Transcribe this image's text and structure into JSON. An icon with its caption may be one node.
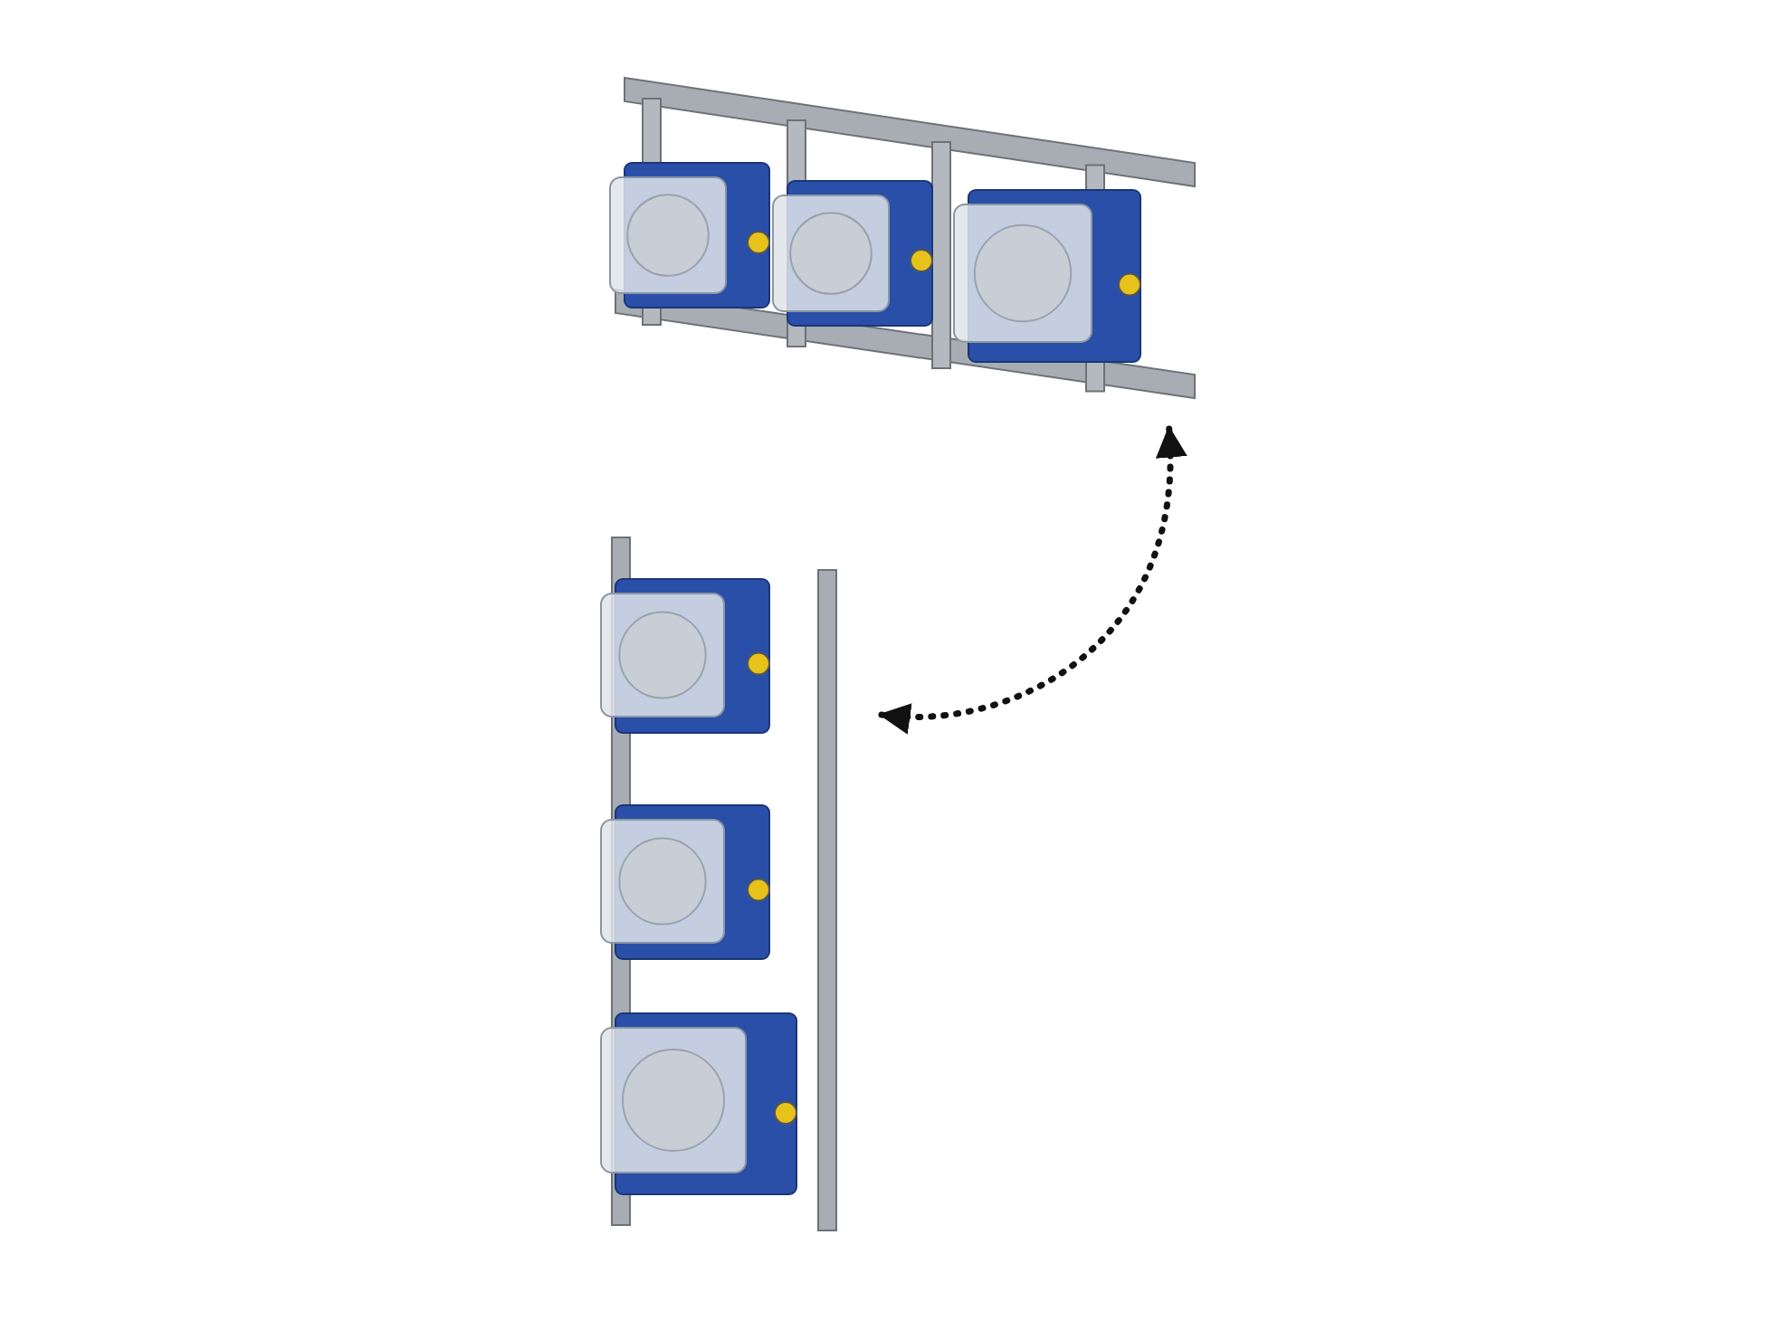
{
  "diagram": {
    "nodes": [
      {
        "text": [],
        "shape": "picture"
      },
      {
        "text": [],
        "shape": "picture"
      }
    ],
    "edges": [
      {
        "from": 0,
        "to": 1,
        "arrow": "both",
        "style": "dashed"
      }
    ]
  }
}
